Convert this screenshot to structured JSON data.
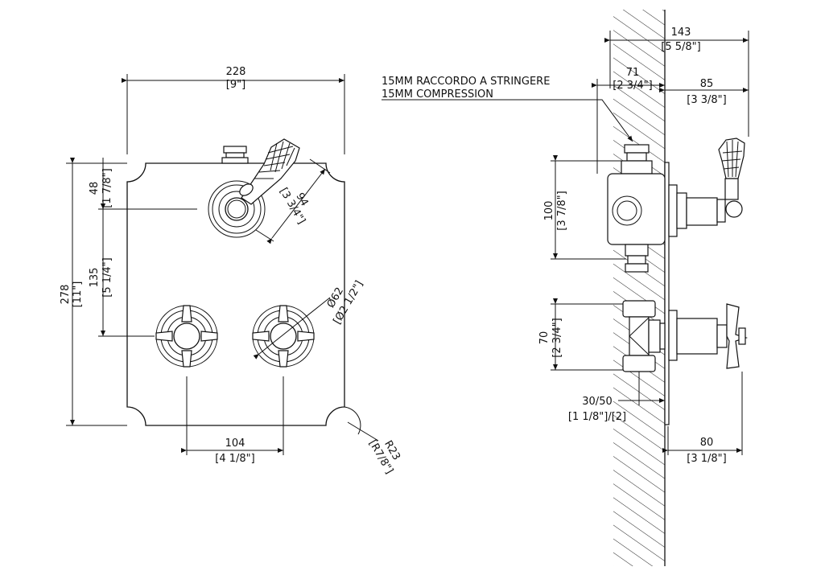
{
  "front": {
    "width": {
      "mm": "228",
      "in": "[9\"]"
    },
    "height": {
      "mm": "278",
      "in": "[11\"]"
    },
    "top_offset": {
      "mm": "48",
      "in": "[1 7/8\"]"
    },
    "spacing_v": {
      "mm": "135",
      "in": "[5 1/4\"]"
    },
    "spacing_h": {
      "mm": "104",
      "in": "[4 1/8\"]"
    },
    "lever": {
      "mm": "94",
      "in": "[3 3/4\"]"
    },
    "diameter": {
      "mm": "Ø62",
      "in": "[Ø2 1/2\"]"
    },
    "radius": {
      "mm": "R23",
      "in": "[R7/8\"]"
    }
  },
  "side": {
    "note_line1": "15MM RACCORDO A STRINGERE",
    "note_line2": "15MM COMPRESSION",
    "total_depth": {
      "mm": "143",
      "in": "[5 5/8\"]"
    },
    "wall_depth": {
      "mm": "71",
      "in": "[2 3/4\"]"
    },
    "projection": {
      "mm": "85",
      "in": "[3 3/8\"]"
    },
    "valve_height": {
      "mm": "100",
      "in": "[3 7/8\"]"
    },
    "stop_height": {
      "mm": "70",
      "in": "[2 3/4\"]"
    },
    "adjust": {
      "mm": "30/50",
      "in": "[1 1/8\"]/[2]"
    },
    "handle_projection": {
      "mm": "80",
      "in": "[3 1/8\"]"
    }
  }
}
